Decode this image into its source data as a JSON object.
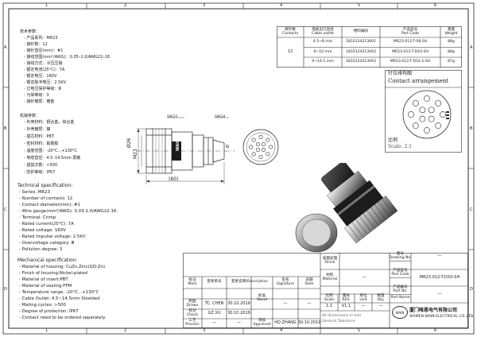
{
  "zone_top": [
    "1",
    "2",
    "3",
    "4",
    "5",
    "6"
  ],
  "zone_bottom": [
    "1",
    "2",
    "3",
    "4",
    "5",
    "6"
  ],
  "zone_side": [
    "A",
    "B",
    "C",
    "D"
  ],
  "cn_specs": {
    "header": "技术参数：",
    "lines": [
      "- 产品系列：MR23",
      "- 接针数：12",
      "- 接针直径(mm)：#1",
      "- 接线范围(mm²/AWG)：0.35–1.0/AWG22–16",
      "- 接线方式：冷压压接",
      "- 额定电流(25°C)：7A",
      "- 额定电压：160V",
      "- 额定脉冲电压：2.5KV",
      "- 过电压保护等级：Ⅲ",
      "- 污染等级：3",
      "- 接针镀层：镀金"
    ]
  },
  "cn_material": {
    "header": "机械参数：",
    "lines": [
      "- 外壳材料：铜合金，锌合金",
      "- 外壳镀层：镍",
      "- 插芯材料：PBT",
      "- 密封材料：氟橡胶",
      "- 温度范围：-20°C...+130°C",
      "- 电缆直径：4.5–14.5mm 屏蔽",
      "- 插拔次数：>500",
      "- 防护等级：IP67"
    ]
  },
  "en_specs": {
    "header": "Technical specification:",
    "lines": [
      "- Series: MR23",
      "- Number of contacts: 12",
      "- Contact diameter(mm): #1",
      "- Wire gauge(mm²/AWG): 0.03-1.0/AWG22-16",
      "- Terminal: Crimp",
      "- Rated current(25°C): 7A",
      "- Rated voltage: 160V",
      "- Rated impulse voltage: 2.5KV",
      "- Overvoltage category: Ⅲ",
      "- Pollution degree: 3"
    ]
  },
  "en_mech": {
    "header": "Mechanical specification:",
    "lines": [
      "- Material of housing: CuZn,Zinc(GD-Zn)",
      "- Finish of housing:Nickel-plated",
      "- Material of insert:PBT",
      "- Material of sealing:FPM",
      "- Temperature range: -20°C...+130°C",
      "- Cable Outlet:  4.5~14.5mm Shielded",
      "- Mating cycles: >500",
      "- Degree of protection: IP67",
      "- Contact need to be ordered separately."
    ]
  },
  "parts_table": {
    "headers": [
      {
        "cn": "接针数",
        "en": "Contacts"
      },
      {
        "cn": "电缆出口直径",
        "en": "Cable outlet"
      },
      {
        "cn": "物料编码",
        "en": ""
      },
      {
        "cn": "产品型号",
        "en": "Part Code"
      },
      {
        "cn": "重量",
        "en": "Weight"
      }
    ],
    "contacts": "12",
    "rows": [
      {
        "outlet": "4.5~8 mm",
        "code": "1810124213001",
        "part": "MR23-012-T-08-SH",
        "weight": "88g"
      },
      {
        "outlet": "6~10 mm",
        "code": "1810124213002",
        "part": "MR23-012-T-D10-SH",
        "weight": "88g"
      },
      {
        "outlet": "9~14.5 mm",
        "code": "1810124213003",
        "part": "MR23-012-T-D14.5-SH",
        "weight": "87g"
      }
    ]
  },
  "contact_arrangement": {
    "title_cn": "针位排布图",
    "title_en": "Contact arrangement",
    "scale_cn": "比例",
    "scale_en": "Scale: 2:1",
    "pin_count": 12
  },
  "drawing": {
    "dia_26": "Ø26",
    "m23": "M23",
    "len_60": "(60)",
    "brand": "WAIN",
    "dia_small": "Ø",
    "side_a": "SW22",
    "side_b": "SW24"
  },
  "title_block": {
    "finish_cn": "表面处理",
    "finish_en": "Finish",
    "material_cn": "材料",
    "material_en": "Material",
    "drawing_no_cn": "图号",
    "drawing_no_en": "Drawing No.",
    "part_code_cn": "产品型号",
    "part_code_en": "Part Code",
    "part_code_value": "MR23-012-T-DXX-SH",
    "part_no_cn": "产品编号",
    "part_no_en": "Part No.",
    "part_name_cn": "产品名称",
    "part_name_en": "Part Name",
    "dash": "—",
    "scale_cn": "比例",
    "scale_en": "Scale",
    "scale_value": "1:1",
    "rev_cn": "版本",
    "rev_en": "REV.",
    "rev_value": "V1.1",
    "unit_cn": "单位",
    "unit_en": "Unit",
    "qty_cn": "数量",
    "qty_en": "Qty.",
    "mark_cn": "标记",
    "mark_en": "Mark",
    "change_cn": "变更单号",
    "change_en": "",
    "desc_cn": "变更说明",
    "desc_en": "Description",
    "sig_cn": "签名",
    "sig_en": "Signature",
    "date_cn": "日期",
    "date_en": "Date",
    "drawn_cn": "制图",
    "drawn_en": "Drawn",
    "drawn_name": "TC. CHEN",
    "drawn_date": "30.10.2019",
    "check_cn": "校对",
    "check_en": "Check",
    "check_name": "GZ  XU",
    "check_date": "30.10.2019",
    "stand_cn": "标准",
    "stand_en": "Stand",
    "process_cn": "工艺",
    "process_en": "Process",
    "approved_cn": "审核",
    "approved_en": "Approved",
    "approved_name": "HQ  ZHANG",
    "approved_date": "30.10.2019",
    "note_small_1": "All dimensions in mm",
    "note_small_2": "General Tolerance",
    "company_cn": "厦门唯恩电气有限公司",
    "company_en": "XIAMEN WAIN ELECTRICAL CO.,LTD",
    "logo": "WAIN"
  },
  "colors": {
    "line": "#2a2a2a",
    "thin": "#555555",
    "fill_dark": "#1c1c1c",
    "fill_mid": "#6b6b6b"
  }
}
